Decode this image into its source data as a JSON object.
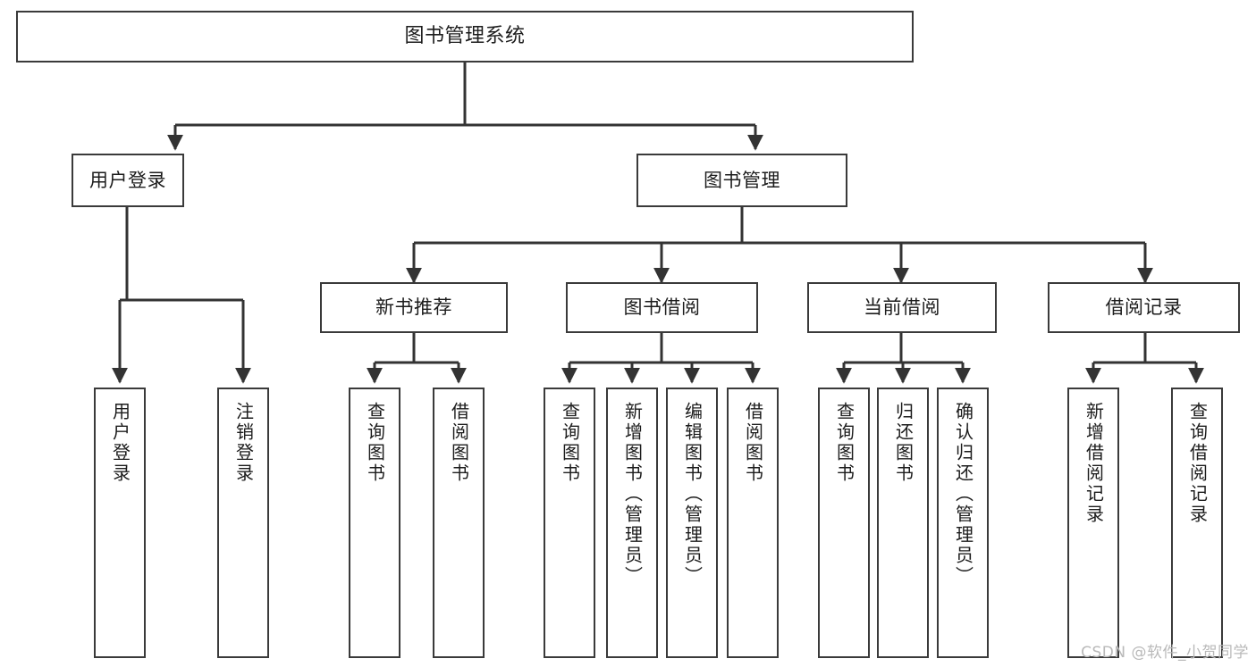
{
  "diagram": {
    "title": "图书管理系统",
    "type": "tree",
    "orientation": "top-down",
    "colors": {
      "box_border": "#3a3a3a",
      "box_fill": "#ffffff",
      "edge": "#333333",
      "text": "#1c1c1c",
      "watermark": "#b9b9b9",
      "background": "#ffffff"
    },
    "root": {
      "id": "root",
      "label": "图书管理系统"
    },
    "level1": [
      {
        "id": "user-login",
        "label": "用户登录"
      },
      {
        "id": "book-manage",
        "label": "图书管理"
      }
    ],
    "level2": [
      {
        "id": "new-book-recommend",
        "label": "新书推荐",
        "parent": "book-manage"
      },
      {
        "id": "book-borrow",
        "label": "图书借阅",
        "parent": "book-manage"
      },
      {
        "id": "current-borrow",
        "label": "当前借阅",
        "parent": "book-manage"
      },
      {
        "id": "borrow-record",
        "label": "借阅记录",
        "parent": "book-manage"
      }
    ],
    "leaves": [
      {
        "id": "leaf-user-login",
        "label": "用户登录",
        "parent": "user-login"
      },
      {
        "id": "leaf-logout-login",
        "label": "注销登录",
        "parent": "user-login"
      },
      {
        "id": "leaf-query-book-a",
        "label": "查询图书",
        "parent": "new-book-recommend"
      },
      {
        "id": "leaf-borrow-book-a",
        "label": "借阅图书",
        "parent": "new-book-recommend"
      },
      {
        "id": "leaf-query-book-b",
        "label": "查询图书",
        "parent": "book-borrow"
      },
      {
        "id": "leaf-add-book",
        "label": "新增图书（管理员）",
        "parent": "book-borrow"
      },
      {
        "id": "leaf-edit-book",
        "label": "编辑图书（管理员）",
        "parent": "book-borrow"
      },
      {
        "id": "leaf-borrow-book-b",
        "label": "借阅图书",
        "parent": "book-borrow"
      },
      {
        "id": "leaf-query-book-c",
        "label": "查询图书",
        "parent": "current-borrow"
      },
      {
        "id": "leaf-return-book",
        "label": "归还图书",
        "parent": "current-borrow"
      },
      {
        "id": "leaf-confirm-return",
        "label": "确认归还（管理员）",
        "parent": "current-borrow"
      },
      {
        "id": "leaf-add-record",
        "label": "新增借阅记录",
        "parent": "borrow-record"
      },
      {
        "id": "leaf-query-record",
        "label": "查询借阅记录",
        "parent": "borrow-record"
      }
    ]
  },
  "watermark": {
    "text": "CSDN @软件_小贺同学"
  }
}
